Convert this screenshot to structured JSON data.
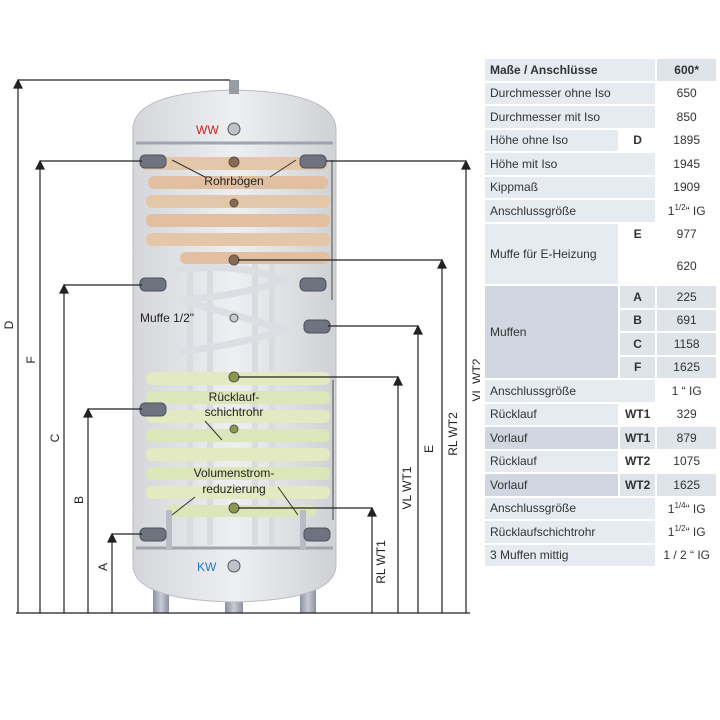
{
  "diagram": {
    "labels": {
      "ww": "WW",
      "kw": "KW",
      "rohrboegen": "Rohrbögen",
      "muffe": "Muffe 1/2\"",
      "ruecklauf_line1": "Rücklauf-",
      "ruecklauf_line2": "schichtrohr",
      "volumen_line1": "Volumenstrom-",
      "volumen_line2": "reduzierung"
    },
    "dimensions": {
      "d": "D",
      "f": "F",
      "c": "C",
      "b": "B",
      "a": "A",
      "rl_wt1": "RL WT1",
      "vl_wt1": "VL WT1",
      "e": "E",
      "rl_wt2": "RL WT2",
      "vl_wt2": "VL WT2"
    },
    "colors": {
      "ww_label": "#cc2222",
      "kw_label": "#2277cc",
      "upper_coil": "#e0c0a0",
      "lower_coil": "#dde6b8"
    }
  },
  "table": {
    "header": {
      "label": "Maße / Anschlüsse",
      "value": "600*"
    },
    "rows": {
      "r1": {
        "label": "Durchmesser ohne Iso",
        "value": "650"
      },
      "r2": {
        "label": "Durchmesser mit Iso",
        "value": "850"
      },
      "r3": {
        "label": "Höhe ohne Iso",
        "mid": "D",
        "value": "1895"
      },
      "r4": {
        "label": "Höhe mit Iso",
        "value": "1945"
      },
      "r5": {
        "label": "Kippmaß",
        "value": "1909"
      },
      "r6": {
        "label": "Anschlussgröße",
        "value_base": "1",
        "value_sup": "1/2",
        "value_rest": "“ IG"
      },
      "r7": {
        "label": "Muffe für E-Heizung",
        "mid": "E",
        "value": "977",
        "value2": "620"
      },
      "r8": {
        "label": "Muffen",
        "items": [
          {
            "mid": "A",
            "value": "225"
          },
          {
            "mid": "B",
            "value": "691"
          },
          {
            "mid": "C",
            "value": "1158"
          },
          {
            "mid": "F",
            "value": "1625"
          }
        ]
      },
      "r9": {
        "label": "Anschlussgröße",
        "value": "1 “ IG"
      },
      "r10": {
        "label": "Rücklauf",
        "mid": "WT1",
        "value": "329"
      },
      "r11": {
        "label": "Vorlauf",
        "mid": "WT1",
        "value": "879"
      },
      "r12": {
        "label": "Rücklauf",
        "mid": "WT2",
        "value": "1075"
      },
      "r13": {
        "label": "Vorlauf",
        "mid": "WT2",
        "value": "1625"
      },
      "r14": {
        "label": "Anschlussgröße",
        "value_base": "1",
        "value_sup": "1/4",
        "value_rest": "“ IG"
      },
      "r15": {
        "label": "Rücklaufschichtrohr",
        "value_base": "1",
        "value_sup": "1/2",
        "value_rest": "“ IG"
      },
      "r16": {
        "label": "3 Muffen mittig",
        "value": "1 / 2 “ IG"
      }
    }
  }
}
